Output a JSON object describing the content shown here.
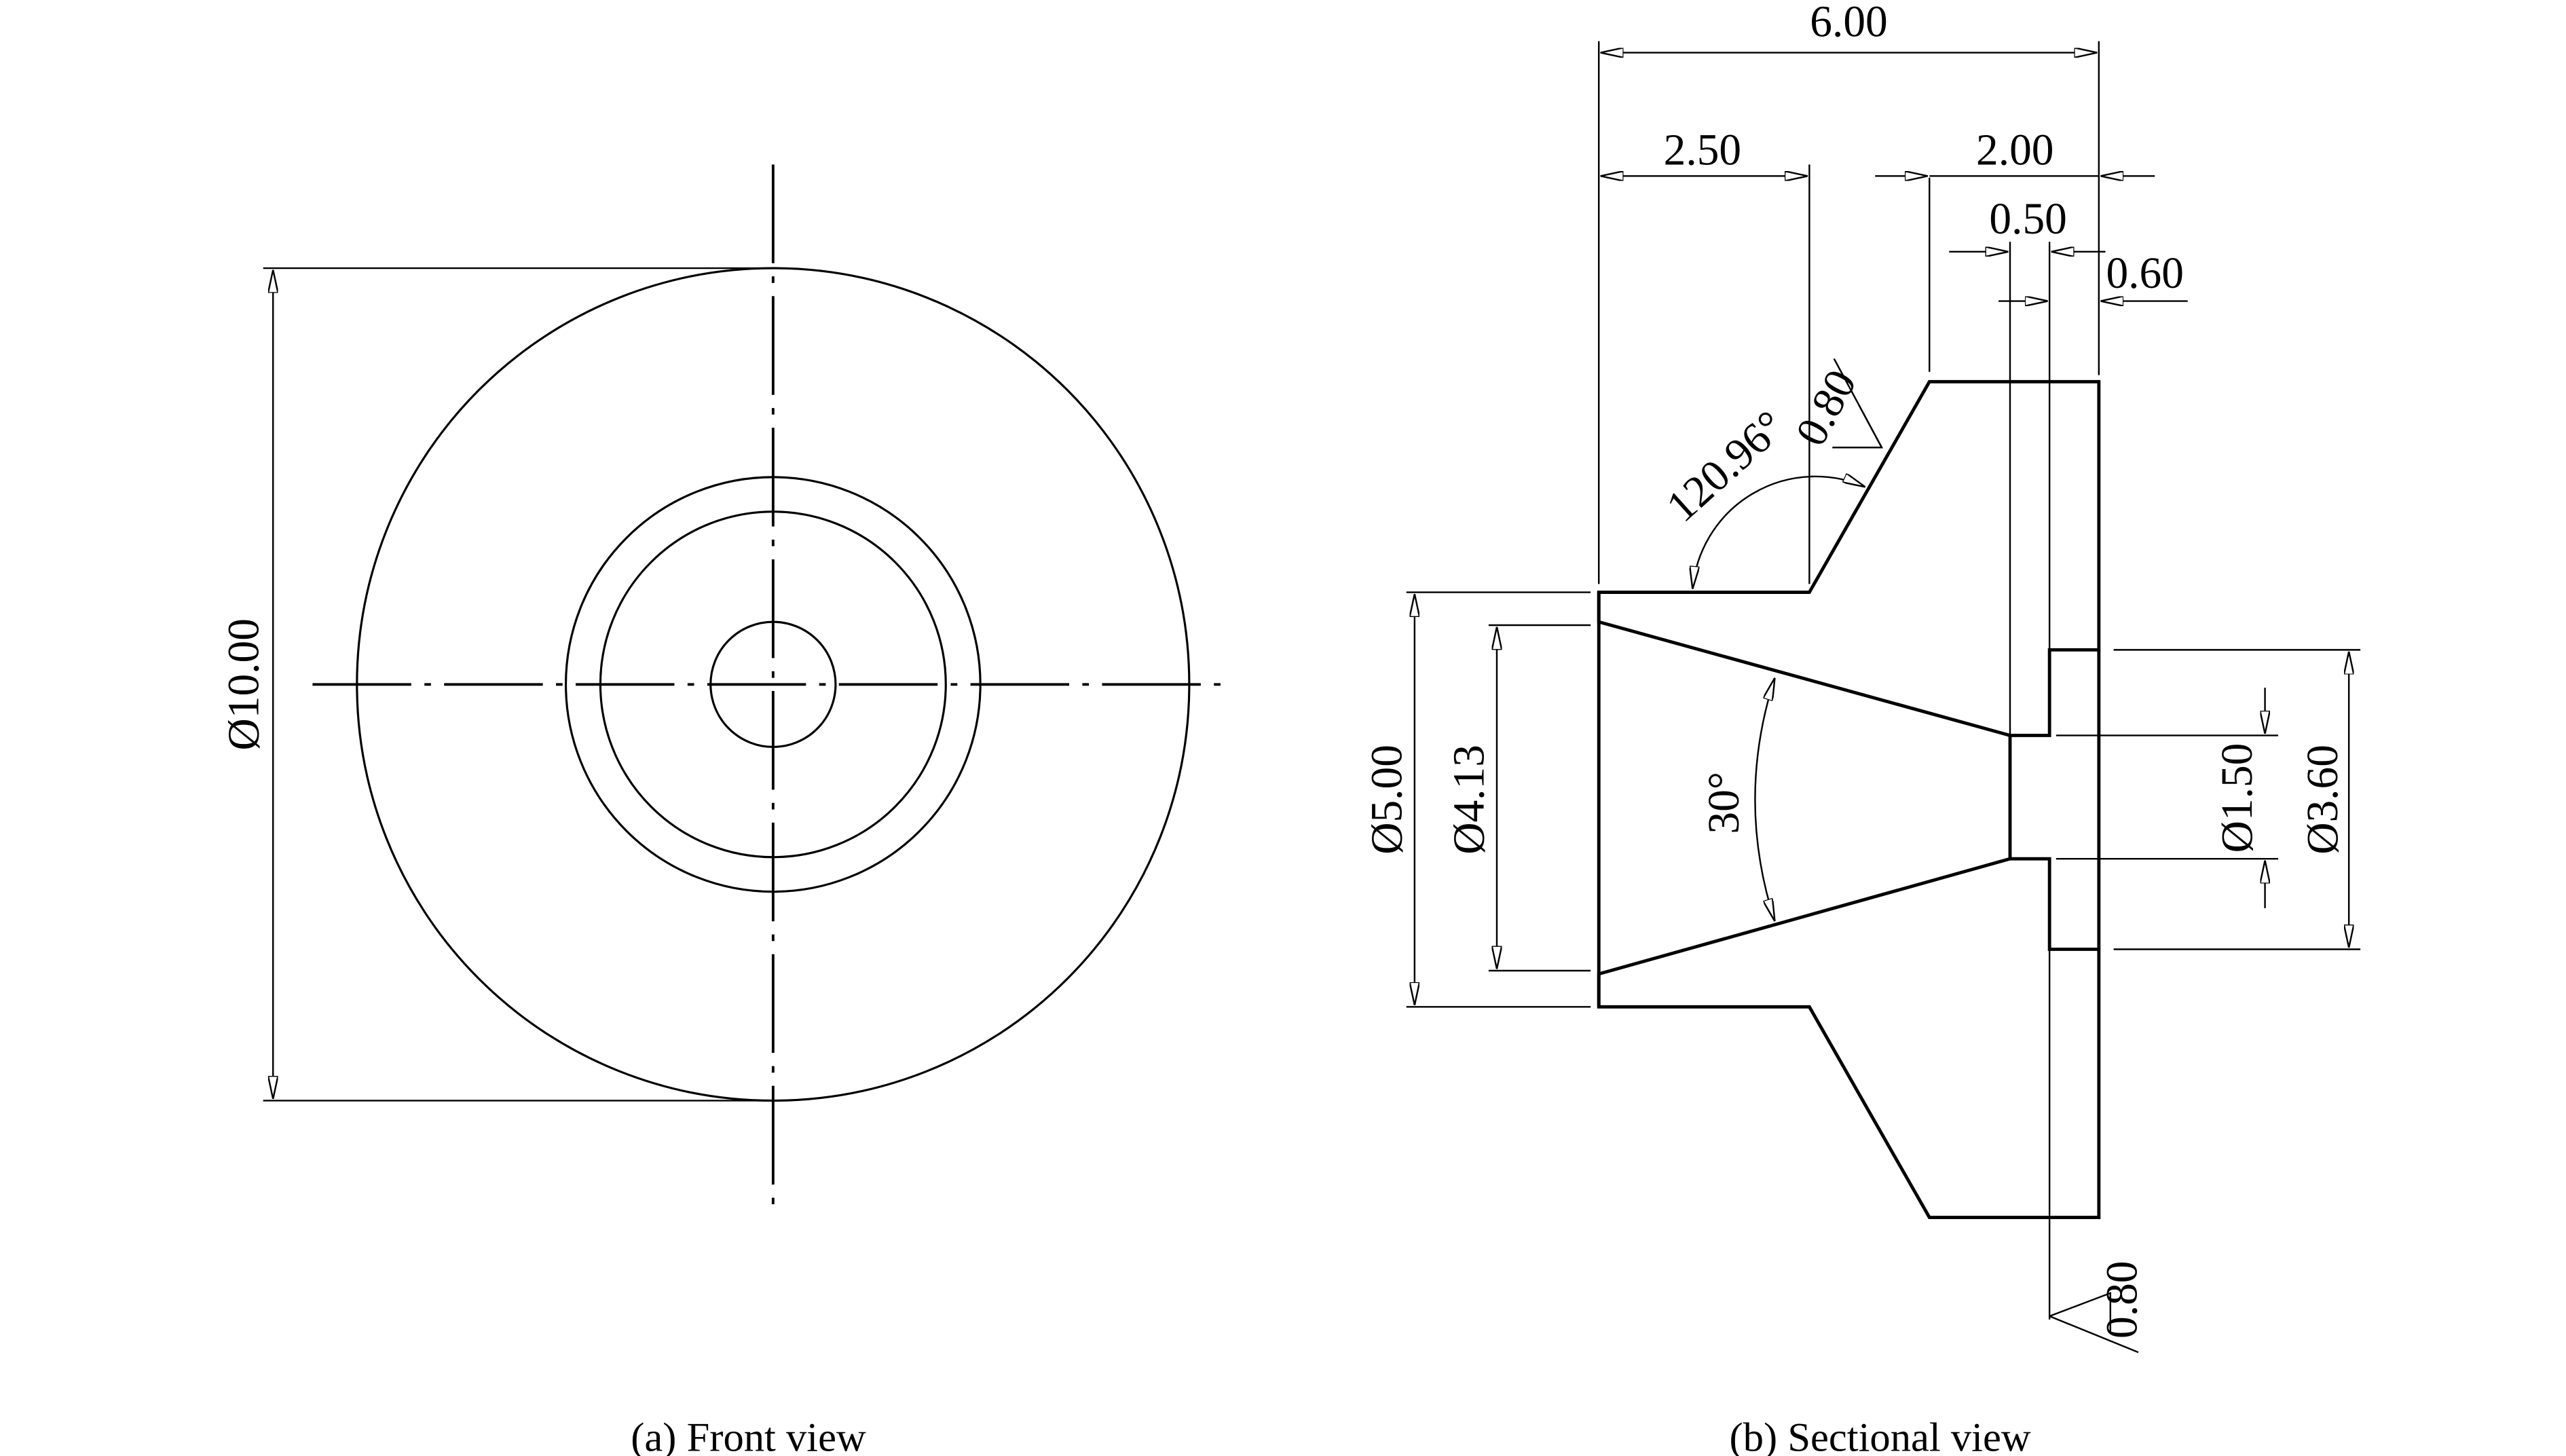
{
  "front_view": {
    "caption": "(a) Front view",
    "dim_outer_diameter": "Ø10.00"
  },
  "sectional_view": {
    "caption": "(b) Sectional view",
    "dim_total_length": "6.00",
    "dim_flange_length": "2.50",
    "dim_head_length": "2.00",
    "dim_bore_length": "0.50",
    "dim_recess_depth": "0.60",
    "dim_diameter_5": "Ø5.00",
    "dim_diameter_413": "Ø4.13",
    "dim_cone_angle": "30°",
    "dim_chamfer_angle": "120.96°",
    "dim_bore_diameter": "Ø1.50",
    "dim_recess_diameter": "Ø3.60",
    "roughness_top": "0.80",
    "roughness_bottom": "0.80"
  }
}
